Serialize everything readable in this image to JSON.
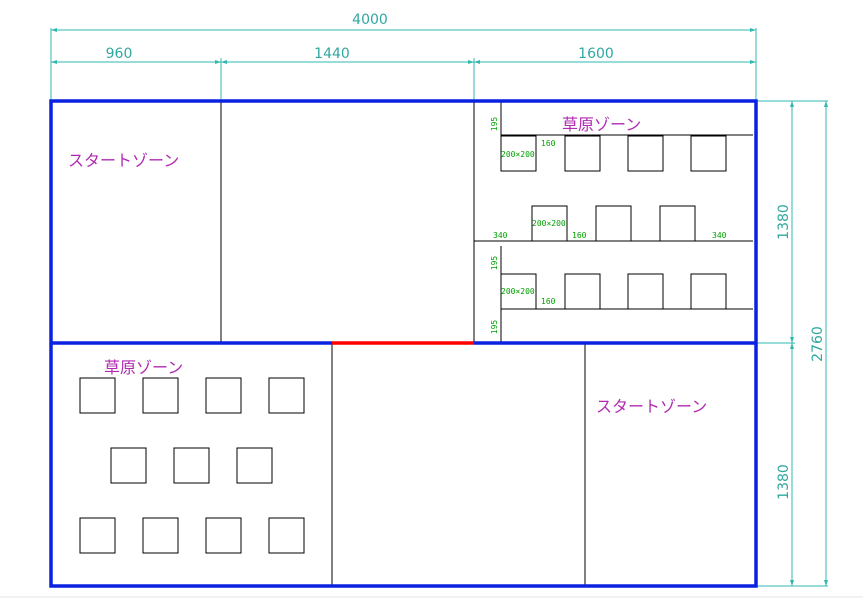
{
  "dimensions": {
    "overall_width": "4000",
    "segment_1": "960",
    "segment_2": "1440",
    "segment_3": "1600",
    "upper_height": "1380",
    "lower_height": "1380",
    "total_height": "2760"
  },
  "zones": {
    "start_upper_left": "スタートゾーン",
    "grass_upper_right": "草原ゾーン",
    "grass_lower_left": "草原ゾーン",
    "start_lower_right": "スタートゾーン"
  },
  "annotations": {
    "row1_offset": "195",
    "row1_box_size": "200×200",
    "row1_gap": "160",
    "row2_left": "340",
    "row2_box_size": "200×200",
    "row2_gap": "160",
    "row2_right": "340",
    "row3_offset": "195",
    "row3_box_size": "200×200",
    "row3_gap": "160",
    "row3_bottom_offset": "195"
  },
  "colors": {
    "outer_wall": "#0a22e0",
    "boundary_highlight": "#ff0000",
    "dimension": "#2fb8b0",
    "zone_label": "#b02ab0",
    "annotation": "#00a000"
  }
}
